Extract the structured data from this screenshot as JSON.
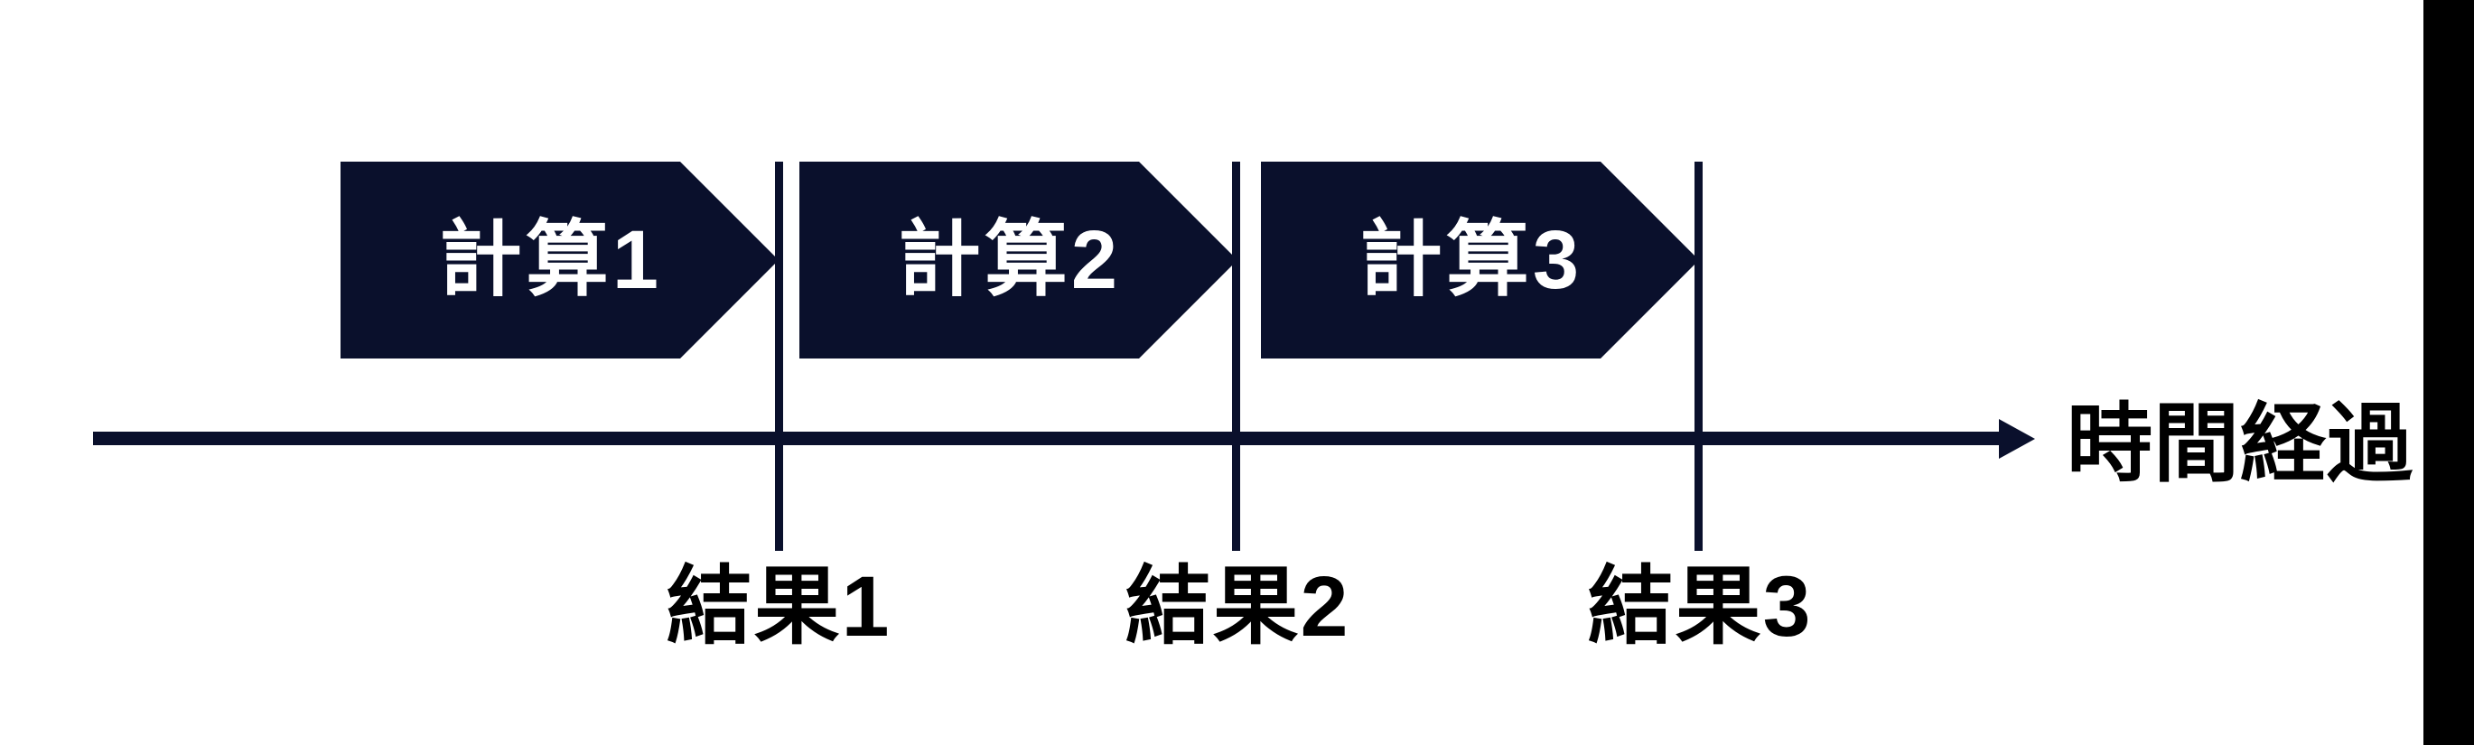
{
  "colors": {
    "navy": "#0a102c",
    "label_black": "#000000",
    "process_text": "#ffffff",
    "background": "#ffffff",
    "edge_strip": "#000000"
  },
  "diagram": {
    "processes": [
      {
        "label": "計算1"
      },
      {
        "label": "計算2"
      },
      {
        "label": "計算3"
      }
    ],
    "results": [
      {
        "label": "結果1"
      },
      {
        "label": "結果2"
      },
      {
        "label": "結果3"
      }
    ],
    "axis": {
      "label": "時間経過"
    }
  }
}
